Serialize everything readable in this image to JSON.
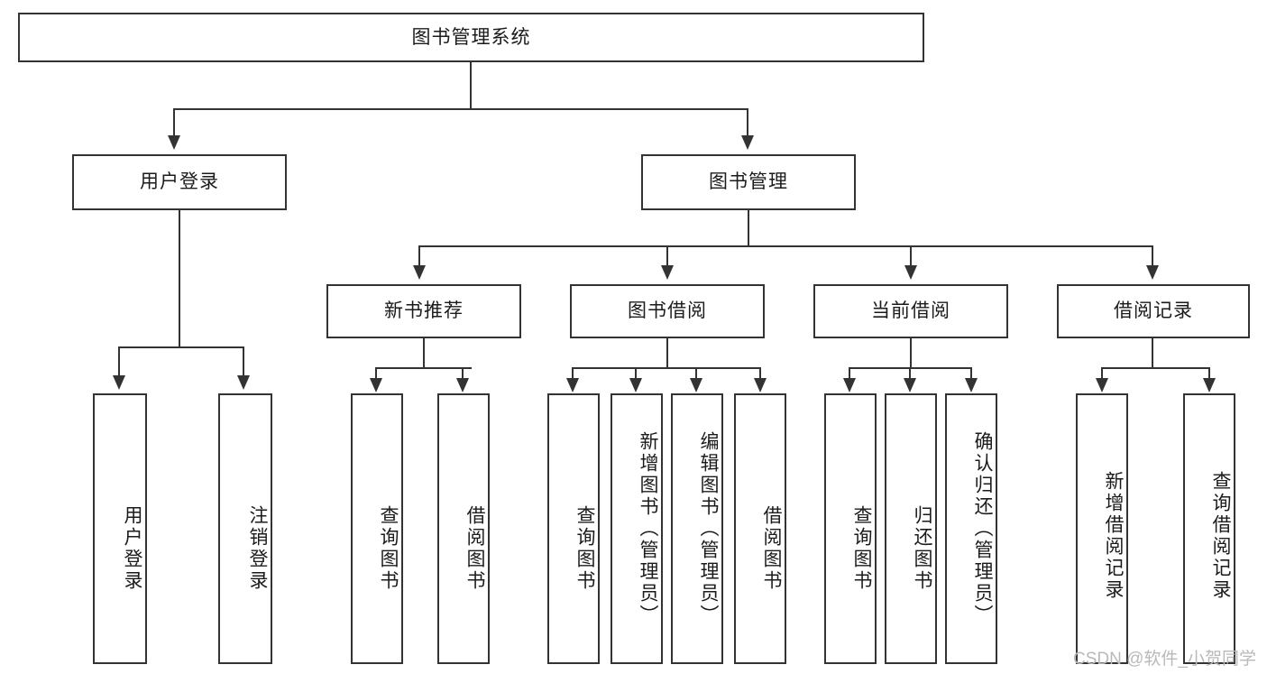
{
  "diagram": {
    "title": "图书管理系统",
    "type": "tree",
    "root": {
      "label": "图书管理系统"
    },
    "level2": [
      {
        "label": "用户登录"
      },
      {
        "label": "图书管理"
      }
    ],
    "level3": [
      {
        "label": "新书推荐"
      },
      {
        "label": "图书借阅"
      },
      {
        "label": "当前借阅"
      },
      {
        "label": "借阅记录"
      }
    ],
    "leaves": [
      {
        "label": "用户登录",
        "parent": "用户登录"
      },
      {
        "label": "注销登录",
        "parent": "用户登录"
      },
      {
        "label": "查询图书",
        "parent": "新书推荐"
      },
      {
        "label": "借阅图书",
        "parent": "新书推荐"
      },
      {
        "label": "查询图书",
        "parent": "图书借阅"
      },
      {
        "label": "新增图书（管理员）",
        "parent": "图书借阅"
      },
      {
        "label": "编辑图书（管理员）",
        "parent": "图书借阅"
      },
      {
        "label": "借阅图书",
        "parent": "图书借阅"
      },
      {
        "label": "查询图书",
        "parent": "当前借阅"
      },
      {
        "label": "归还图书",
        "parent": "当前借阅"
      },
      {
        "label": "确认归还（管理员）",
        "parent": "当前借阅"
      },
      {
        "label": "新增借阅记录",
        "parent": "借阅记录"
      },
      {
        "label": "查询借阅记录",
        "parent": "借阅记录"
      }
    ]
  },
  "watermark": {
    "text": "CSDN @软件_小贺同学"
  },
  "colors": {
    "stroke": "#333333",
    "background": "#ffffff",
    "text": "#1b1b1b",
    "watermark": "#b9b9b9"
  }
}
